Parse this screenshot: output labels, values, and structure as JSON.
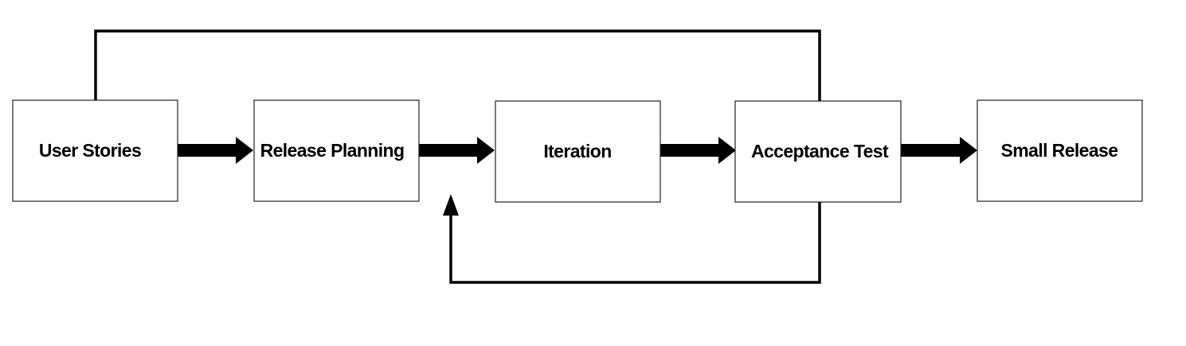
{
  "nodes": [
    {
      "id": "user-stories",
      "label": "User Stories"
    },
    {
      "id": "release-planning",
      "label": "Release Planning"
    },
    {
      "id": "iteration",
      "label": "Iteration"
    },
    {
      "id": "acceptance-test",
      "label": "Acceptance Test"
    },
    {
      "id": "small-release",
      "label": "Small Release"
    }
  ],
  "edges": [
    {
      "from": "user-stories",
      "to": "release-planning"
    },
    {
      "from": "release-planning",
      "to": "iteration"
    },
    {
      "from": "iteration",
      "to": "acceptance-test"
    },
    {
      "from": "acceptance-test",
      "to": "small-release"
    },
    {
      "from": "acceptance-test",
      "to": "user-stories",
      "kind": "feedback-top"
    },
    {
      "from": "acceptance-test",
      "to": "iteration",
      "kind": "feedback-bottom"
    }
  ],
  "colors": {
    "stroke": "#000000",
    "box_fill": "#ffffff"
  }
}
